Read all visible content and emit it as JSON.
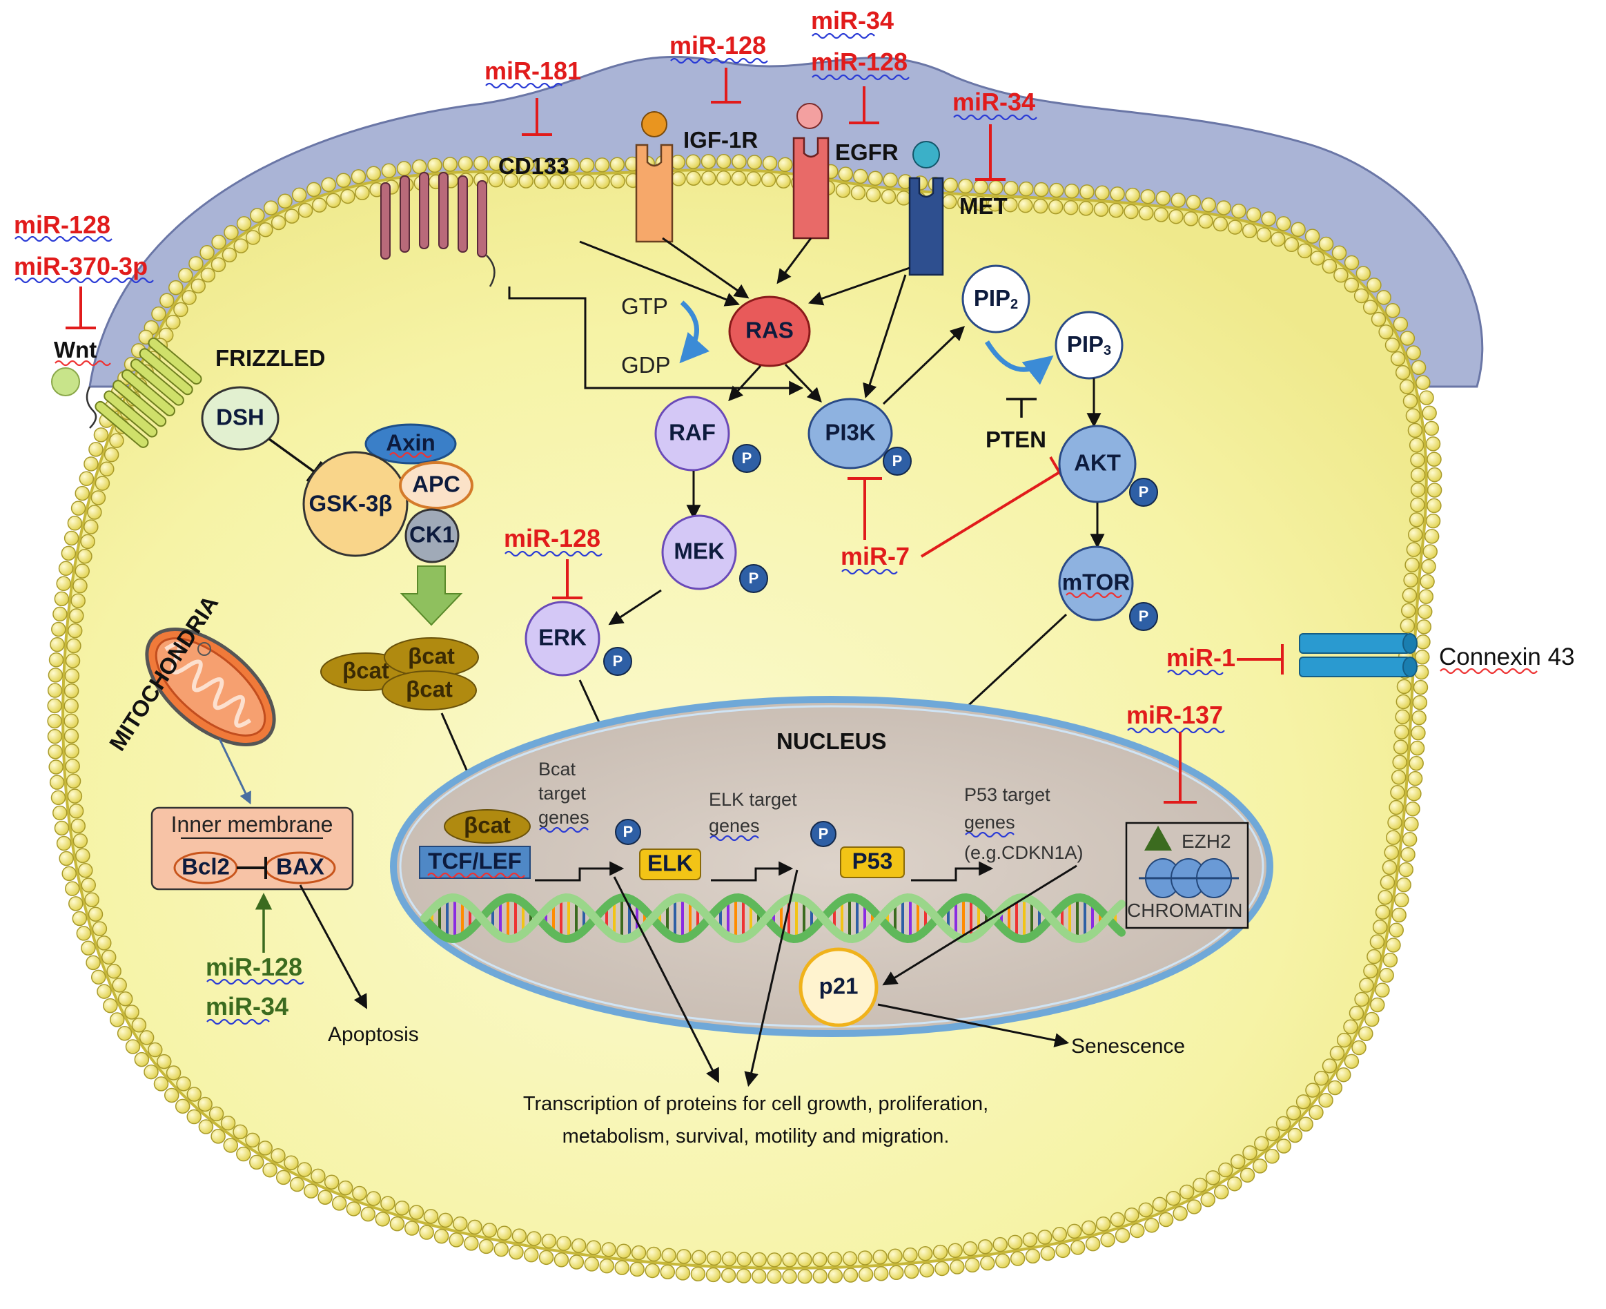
{
  "colors": {
    "mirna_red": "#e11b1b",
    "mirna_green": "#3b6b1f",
    "cytoplasm": "#f6f3a6",
    "membrane_bead": "#f3ea7a",
    "top_membrane": "#aab4d6",
    "nucleus": "#d2c7be",
    "phospho": "#2e5fa5"
  },
  "membrane": {
    "receptors": {
      "cd133": "CD133",
      "igf1r": "IGF-1R",
      "egfr": "EGFR",
      "met": "MET",
      "frizzled": "FRIZZLED",
      "wnt": "Wnt",
      "connexin": "Connexin 43"
    }
  },
  "mirnas": {
    "mir181_cd133": "miR-181",
    "mir128_igf1r": "miR-128",
    "mir34_egfr": "miR-34",
    "mir128_egfr": "miR-128",
    "mir34_met": "miR-34",
    "mir128_wnt": "miR-128",
    "mir370_wnt": "miR-370-3p",
    "mir128_erk": "miR-128",
    "mir7": "miR-7",
    "mir1": "miR-1",
    "mir137": "miR-137",
    "mir128_bax": "miR-128",
    "mir34_bax": "miR-34"
  },
  "signaling": {
    "gtp": "GTP",
    "gdp": "GDP",
    "ras": "RAS",
    "raf": "RAF",
    "mek": "MEK",
    "erk": "ERK",
    "pi3k": "PI3K",
    "pip2_base": "PIP",
    "pip2_sub": "2",
    "pip3_base": "PIP",
    "pip3_sub": "3",
    "pten": "PTEN",
    "akt": "AKT",
    "mtor": "mTOR",
    "phospho": "P"
  },
  "wnt_pathway": {
    "dsh": "DSH",
    "axin": "Axin",
    "gsk3b": "GSK-3β",
    "apc": "APC",
    "ck1": "CK1",
    "bcat": "βcat"
  },
  "mitochondria": {
    "title": "MITOCHONDRIA",
    "inner_membrane": "Inner membrane",
    "bcl2": "Bcl2",
    "bax": "BAX",
    "apoptosis": "Apoptosis"
  },
  "nucleus": {
    "title": "NUCLEUS",
    "bcat_target_1": "Bcat",
    "bcat_target_2": "target",
    "bcat_target_3": "genes",
    "tcf_lef": "TCF/LEF",
    "bcat_box": "βcat",
    "elk": "ELK",
    "elk_target_1": "ELK target",
    "elk_target_2": "genes",
    "p53": "P53",
    "p53_target_1": "P53 target",
    "p53_target_2": "genes",
    "p53_target_3": "(e.g.CDKN1A)",
    "ezh2": "EZH2",
    "chromatin": "CHROMATIN"
  },
  "outcomes": {
    "p21": "p21",
    "senescence": "Senescence",
    "transcription_line1": "Transcription of proteins for cell growth, proliferation,",
    "transcription_line2": "metabolism, survival, motility and migration."
  }
}
